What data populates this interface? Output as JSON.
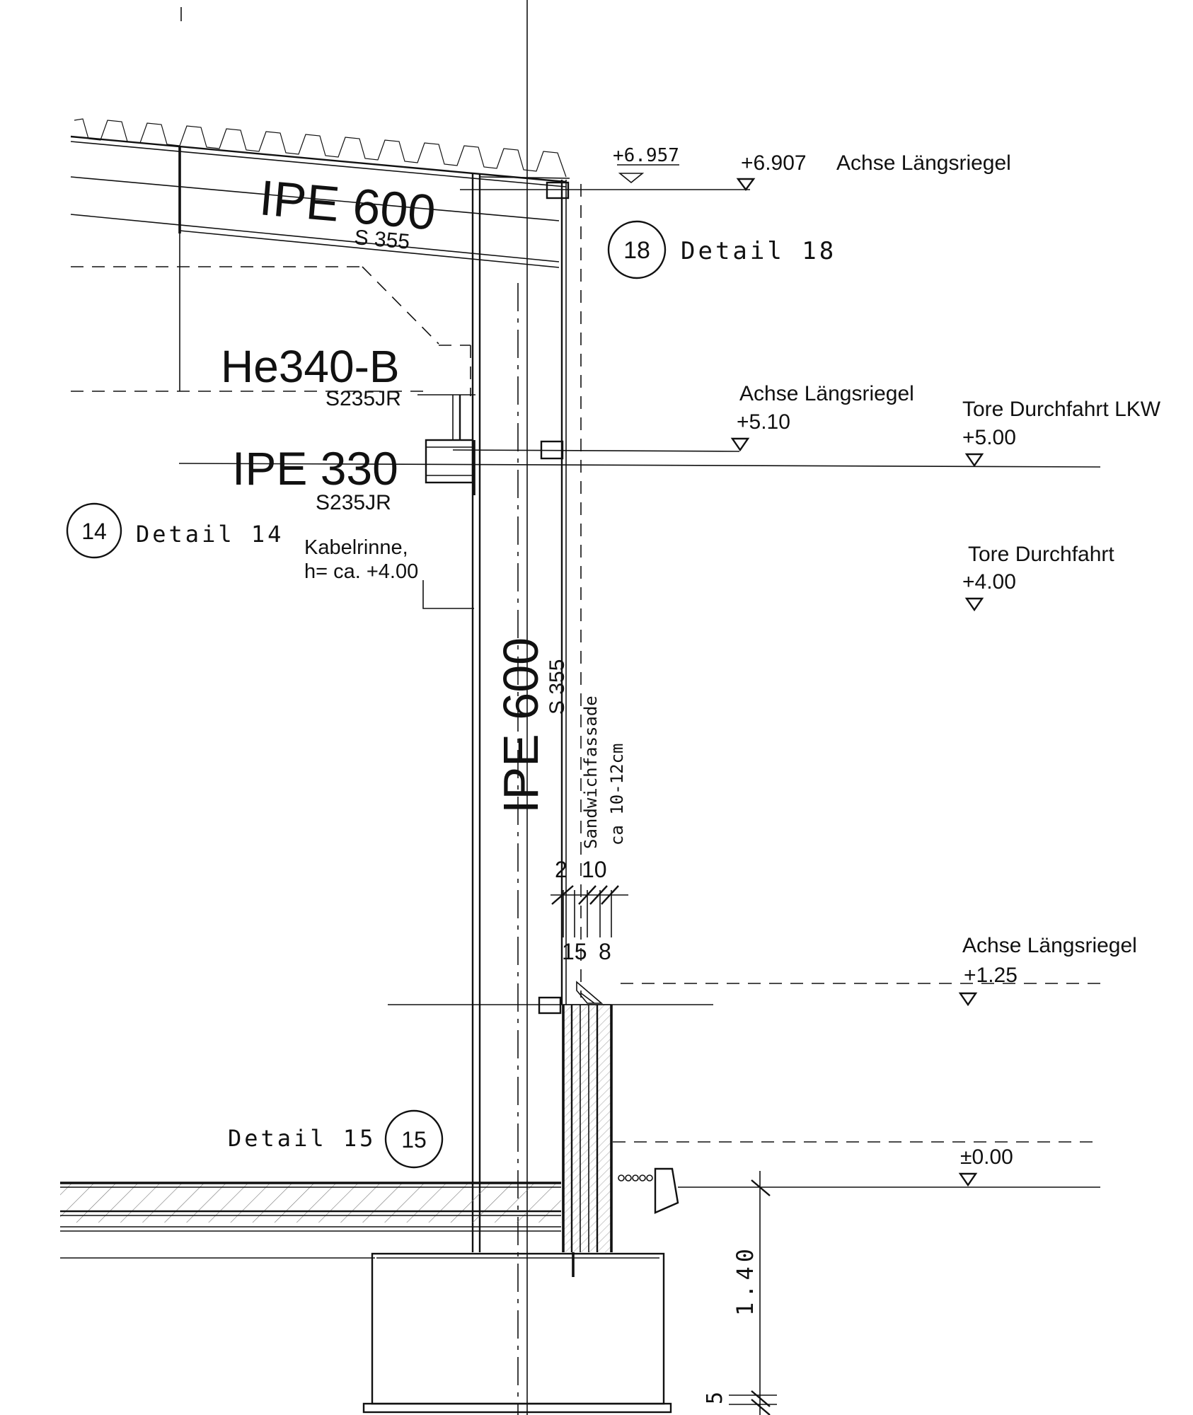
{
  "profiles": {
    "roof_beam": {
      "name": "IPE 600",
      "grade": "S 355"
    },
    "column": {
      "name": "IPE 600",
      "grade": "S 355"
    },
    "bracket": {
      "name": "He340-B",
      "grade": "S235JR"
    },
    "girt": {
      "name": "IPE 330",
      "grade": "S235JR"
    }
  },
  "details": [
    {
      "number": "18",
      "label": "Detail 18"
    },
    {
      "number": "14",
      "label": "Detail 14"
    },
    {
      "number": "15",
      "label": "Detail 15"
    }
  ],
  "levels": {
    "top_small": "+6.957",
    "top_axis": {
      "value": "+6.907",
      "label": "Achse Längsriegel"
    },
    "mid_axis": {
      "label": "Achse Längsriegel",
      "value": "+5.10"
    },
    "gate_truck": {
      "label": "Tore Durchfahrt LKW",
      "value": "+5.00"
    },
    "gate": {
      "label": "Tore Durchfahrt",
      "value": "+4.00"
    },
    "low_axis": {
      "label": "Achse Längsriegel",
      "value": "+1.25"
    },
    "ground": {
      "value": "±0.00"
    }
  },
  "annotations": {
    "cable_tray_line1": "Kabelrinne,",
    "cable_tray_line2": "h= ca. +4.00",
    "facade_line1": "Sandwichfassade",
    "facade_line2": "ca 10-12cm"
  },
  "dimensions": {
    "top_a": "2",
    "top_b": "10",
    "bottom_a": "15",
    "bottom_b": "8",
    "foundation_height": "1.40",
    "foundation_offset": "5"
  }
}
